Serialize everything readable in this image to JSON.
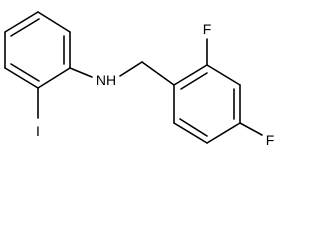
{
  "molecule": {
    "atoms": {
      "nitrogen_label": "NH",
      "iodine_label": "I",
      "fluorine_ortho_label": "F",
      "fluorine_para_label": "F"
    }
  }
}
